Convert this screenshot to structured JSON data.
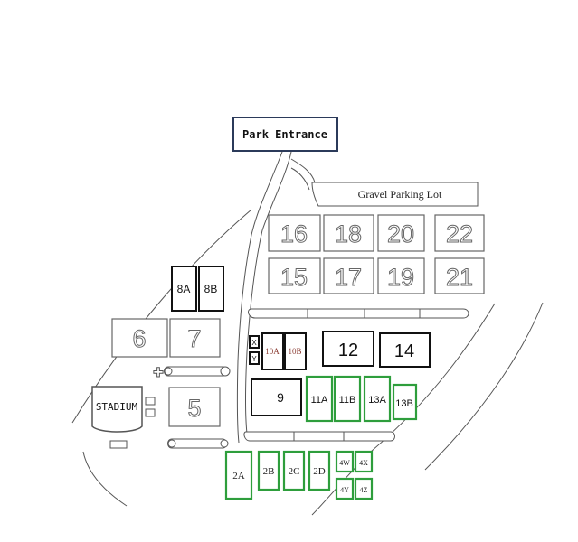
{
  "labels": {
    "entrance": "Park Entrance",
    "gravel_lot": "Gravel Parking Lot",
    "stadium": "STADIUM"
  },
  "fields": {
    "f16": "16",
    "f18": "18",
    "f20": "20",
    "f22": "22",
    "f15": "15",
    "f17": "17",
    "f19": "19",
    "f21": "21",
    "f8a": "8A",
    "f8b": "8B",
    "f6": "6",
    "f7": "7",
    "f5": "5",
    "fx": "X",
    "fy": "Y",
    "f10a": "10A",
    "f10b": "10B",
    "f12": "12",
    "f14": "14",
    "f9": "9",
    "f11a": "11A",
    "f11b": "11B",
    "f13a": "13A",
    "f13b": "13B",
    "f2a": "2A",
    "f2b": "2B",
    "f2c": "2C",
    "f2d": "2D",
    "f4w": "4W",
    "f4x": "4X",
    "f4y": "4Y",
    "f4z": "4Z"
  },
  "colors": {
    "green_border": "#2e9e3c",
    "black_border": "#111111",
    "gray_border": "#666666",
    "brown_text": "#8a3b32"
  }
}
